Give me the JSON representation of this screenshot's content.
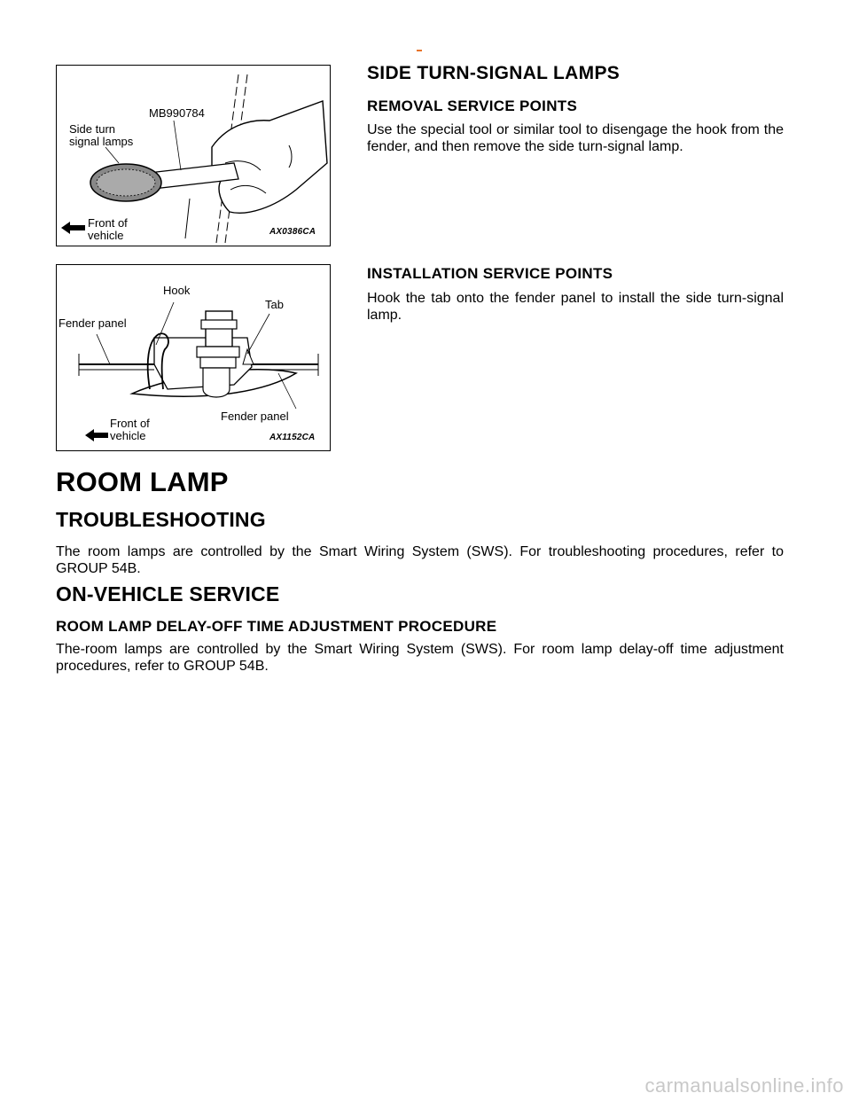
{
  "figure1": {
    "labels": {
      "tool": "MB990784",
      "lamp_line1": "Side turn",
      "lamp_line2": "signal lamps",
      "front_line1": "Front of",
      "front_line2": "vehicle"
    },
    "code": "AX0386CA"
  },
  "figure2": {
    "labels": {
      "hook": "Hook",
      "tab": "Tab",
      "fender_left": "Fender panel",
      "fender_right": "Fender panel",
      "front_line1": "Front of",
      "front_line2": "vehicle"
    },
    "code": "AX1152CA"
  },
  "side_turn": {
    "title": "SIDE TURN-SIGNAL LAMPS",
    "removal_heading": "REMOVAL SERVICE POINTS",
    "removal_text": "Use the special tool or similar tool to disengage the hook from the fender, and then remove the side turn-signal lamp.",
    "install_heading": "INSTALLATION SERVICE POINTS",
    "install_text": "Hook the tab onto the fender panel to install the side turn-signal lamp."
  },
  "room_lamp": {
    "title": "ROOM LAMP",
    "troubleshooting_heading": "TROUBLESHOOTING",
    "troubleshooting_text": "The room lamps are controlled by the Smart Wiring System (SWS). For troubleshooting procedures, refer to GROUP 54B.",
    "onvehicle_heading": "ON-VEHICLE SERVICE",
    "delay_heading": "ROOM LAMP DELAY-OFF TIME ADJUSTMENT PROCEDURE",
    "delay_text": "The-room lamps are controlled by the Smart Wiring System (SWS). For room lamp delay-off time adjustment procedures, refer to GROUP 54B."
  },
  "watermark": "carmanualsonline.info",
  "colors": {
    "top_mark": "#e8742a",
    "watermark": "#c8c8c8"
  }
}
